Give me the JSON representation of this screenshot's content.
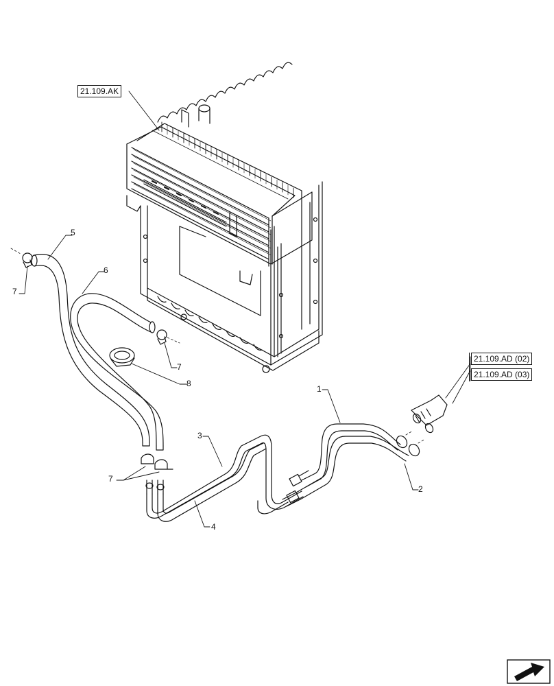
{
  "references": {
    "radiator_ref": "21.109.AK",
    "connector_ref_a": "21.109.AD (02)",
    "connector_ref_b": "21.109.AD (03)"
  },
  "callouts": {
    "c1": "1",
    "c2": "2",
    "c3": "3",
    "c4": "4",
    "c5": "5",
    "c6": "6",
    "c7_left": "7",
    "c7_mid": "7",
    "c7_bottom": "7",
    "c8": "8"
  },
  "icons": {
    "corner": "next-page-arrow-icon"
  }
}
